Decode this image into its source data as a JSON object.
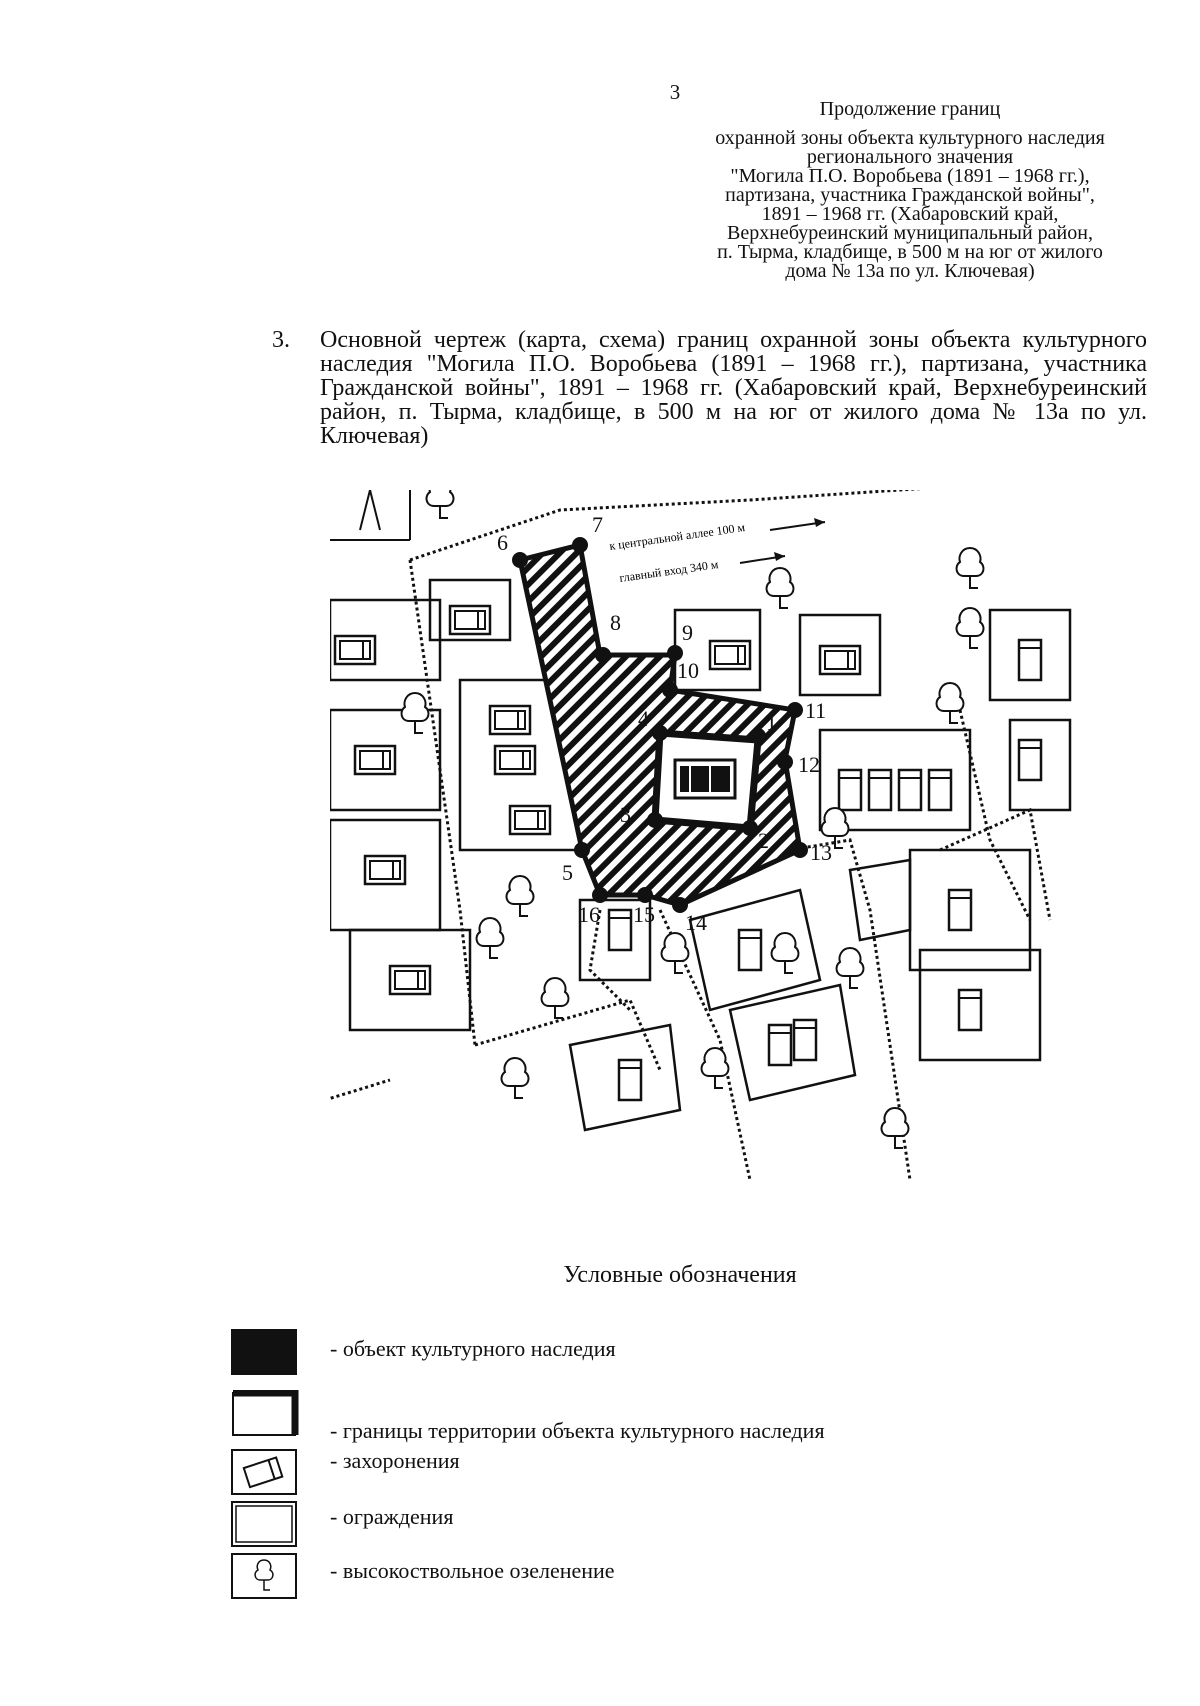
{
  "page_number": "3",
  "header_lines": [
    "Продолжение границ",
    "охранной зоны объекта культурного наследия",
    "регионального значения",
    "\"Могила П.О. Воробьева (1891 – 1968 гг.),",
    "партизана, участника Гражданской войны\",",
    "1891 – 1968 гг. (Хабаровский край,",
    "Верхнебуреинский муниципальный район,",
    "п. Тырма, кладбище, в 500 м на юг от жилого",
    "дома № 13а по ул. Ключевая)"
  ],
  "section": {
    "number": "3.",
    "text": "Основной чертеж (карта, схема) границ охранной зоны объекта культурного наследия \"Могила П.О. Воробьева (1891 – 1968 гг.), партизана, участника Гражданской войны\", 1891 – 1968 гг. (Хабаровский край, Верхнебуреинский район, п. Тырма, кладбище, в 500 м на юг от жилого дома № 13а по ул. Ключевая)"
  },
  "map": {
    "north_label": "С",
    "annotation_alley": "к центральной аллее 100 м",
    "annotation_entrance": "главный вход 340 м",
    "point_labels": [
      "1",
      "2",
      "3",
      "4",
      "5",
      "6",
      "7",
      "8",
      "9",
      "10",
      "11",
      "12",
      "13",
      "14",
      "15",
      "16"
    ]
  },
  "legend": {
    "title": "Условные обозначения",
    "items": [
      {
        "icon": "heritage-object-icon",
        "label": "- объект культурного наследия"
      },
      {
        "icon": "territory-boundary-icon",
        "label": "- границы территории объекта культурного наследия"
      },
      {
        "icon": "burial-icon",
        "label": "- захоронения"
      },
      {
        "icon": "fence-icon",
        "label": "- ограждения"
      },
      {
        "icon": "tree-icon",
        "label": "- высокоствольное озеленение"
      }
    ]
  }
}
